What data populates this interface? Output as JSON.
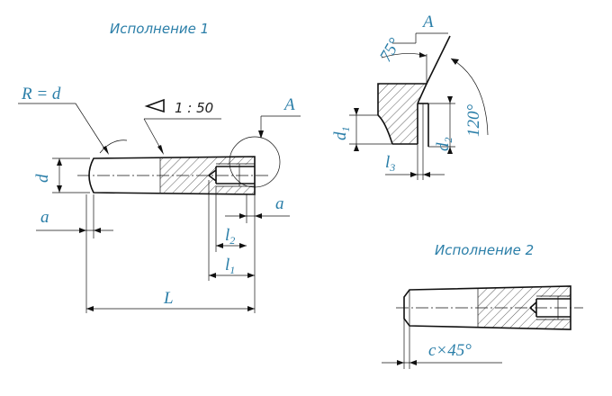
{
  "captions": {
    "variant_1": "Исполнение  1",
    "variant_2": "Исполнение  2"
  },
  "labels": {
    "radius": "R = d",
    "taper": "1 : 50",
    "view_a_left": "A",
    "view_a_right": "A",
    "d": "d",
    "a_left": "a",
    "a_right": "a",
    "l": "l",
    "l2_sub": "2",
    "l1_sub": "1",
    "L": "L",
    "d1": "d",
    "d1_sub": "1",
    "d2": "d",
    "d2_sub": "2",
    "l3": "l",
    "l3_sub": "3",
    "angle_75": "75°",
    "angle_120": "120°",
    "chamfer": "c×45°"
  }
}
